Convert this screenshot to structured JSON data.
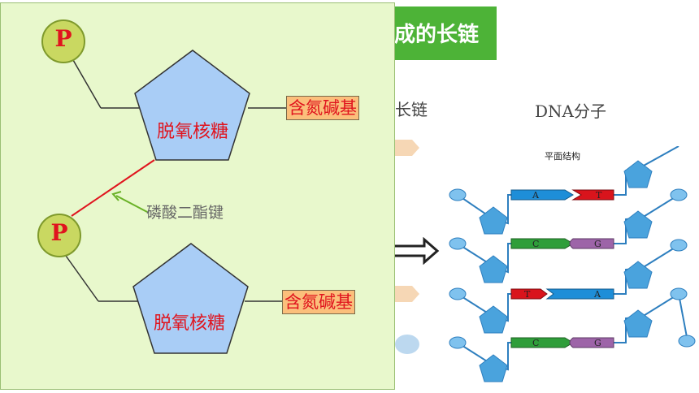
{
  "title": "成的长链",
  "behind_text": {
    "chain_label": "长链",
    "dna_label": "DNA分子",
    "plane_structure": "平面结构"
  },
  "left_panel": {
    "phosphate_top": "P",
    "phosphate_bottom": "P",
    "sugar_top": "脱氧核糖",
    "sugar_bottom": "脱氧核糖",
    "base_top": "含氮碱基",
    "base_bottom": "含氮碱基",
    "bond_label": "磷酸二酯键"
  },
  "base_pairs": [
    {
      "left": "A",
      "right": "T",
      "left_color": "#1e8ed8",
      "right_color": "#d9141c"
    },
    {
      "left": "C",
      "right": "G",
      "left_color": "#2f9e3a",
      "right_color": "#9d64a8"
    },
    {
      "left": "T",
      "right": "A",
      "left_color": "#d9141c",
      "right_color": "#1e8ed8"
    },
    {
      "left": "C",
      "right": "G",
      "left_color": "#2f9e3a",
      "right_color": "#9d64a8"
    }
  ],
  "colors": {
    "title_bg": "#4db337",
    "panel_bg": "#e8f8cc",
    "phosphate_fill": "#c9d861",
    "sugar_fill": "#a9cdf6",
    "base_fill": "#fbbf7b",
    "label_red": "#e0141e",
    "bond_line": "#e0141e",
    "bond_arrow": "#6ab227",
    "dna_backbone": "#4aa3dd"
  }
}
